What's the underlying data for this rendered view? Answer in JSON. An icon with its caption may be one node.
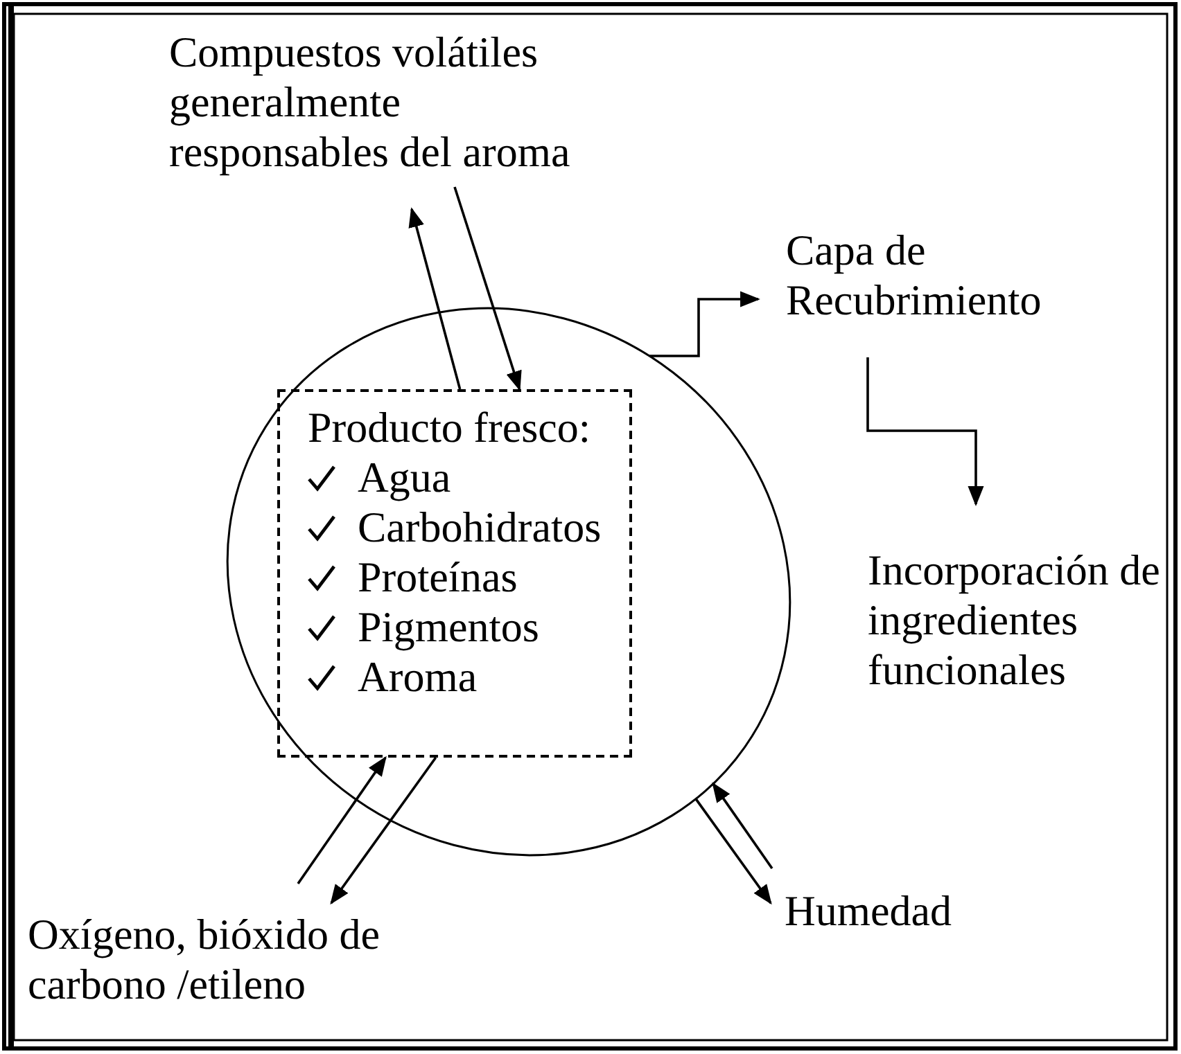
{
  "diagram": {
    "nodes": [
      {
        "text": [],
        "shape": "ellipse"
      },
      {
        "text": [
          "Producto fresco:",
          "Agua",
          "Carbohidratos",
          "Proteínas",
          "Pigmentos",
          "Aroma"
        ],
        "in": 0
      },
      {
        "text": [
          "Compuestos volátiles generalmente responsables del aroma"
        ]
      },
      {
        "text": [
          "Capa de Recubrimiento"
        ]
      },
      {
        "text": [
          "Incorporación de ingredientes funcionales"
        ]
      },
      {
        "text": [
          "Oxígeno, bióxido de carbono /etileno"
        ]
      },
      {
        "text": [
          "Humedad"
        ]
      }
    ],
    "edges": [
      {
        "from": 1,
        "to": 2,
        "arrow": "to"
      },
      {
        "from": 2,
        "to": 1,
        "arrow": "to"
      },
      {
        "from": 0,
        "to": 3,
        "arrow": "to"
      },
      {
        "from": 3,
        "to": 4,
        "arrow": "to"
      },
      {
        "from": 5,
        "to": 1,
        "arrow": "to"
      },
      {
        "from": 1,
        "to": 5,
        "arrow": "to"
      },
      {
        "from": 0,
        "to": 6,
        "arrow": "to"
      },
      {
        "from": 6,
        "to": 0,
        "arrow": "to"
      }
    ]
  }
}
